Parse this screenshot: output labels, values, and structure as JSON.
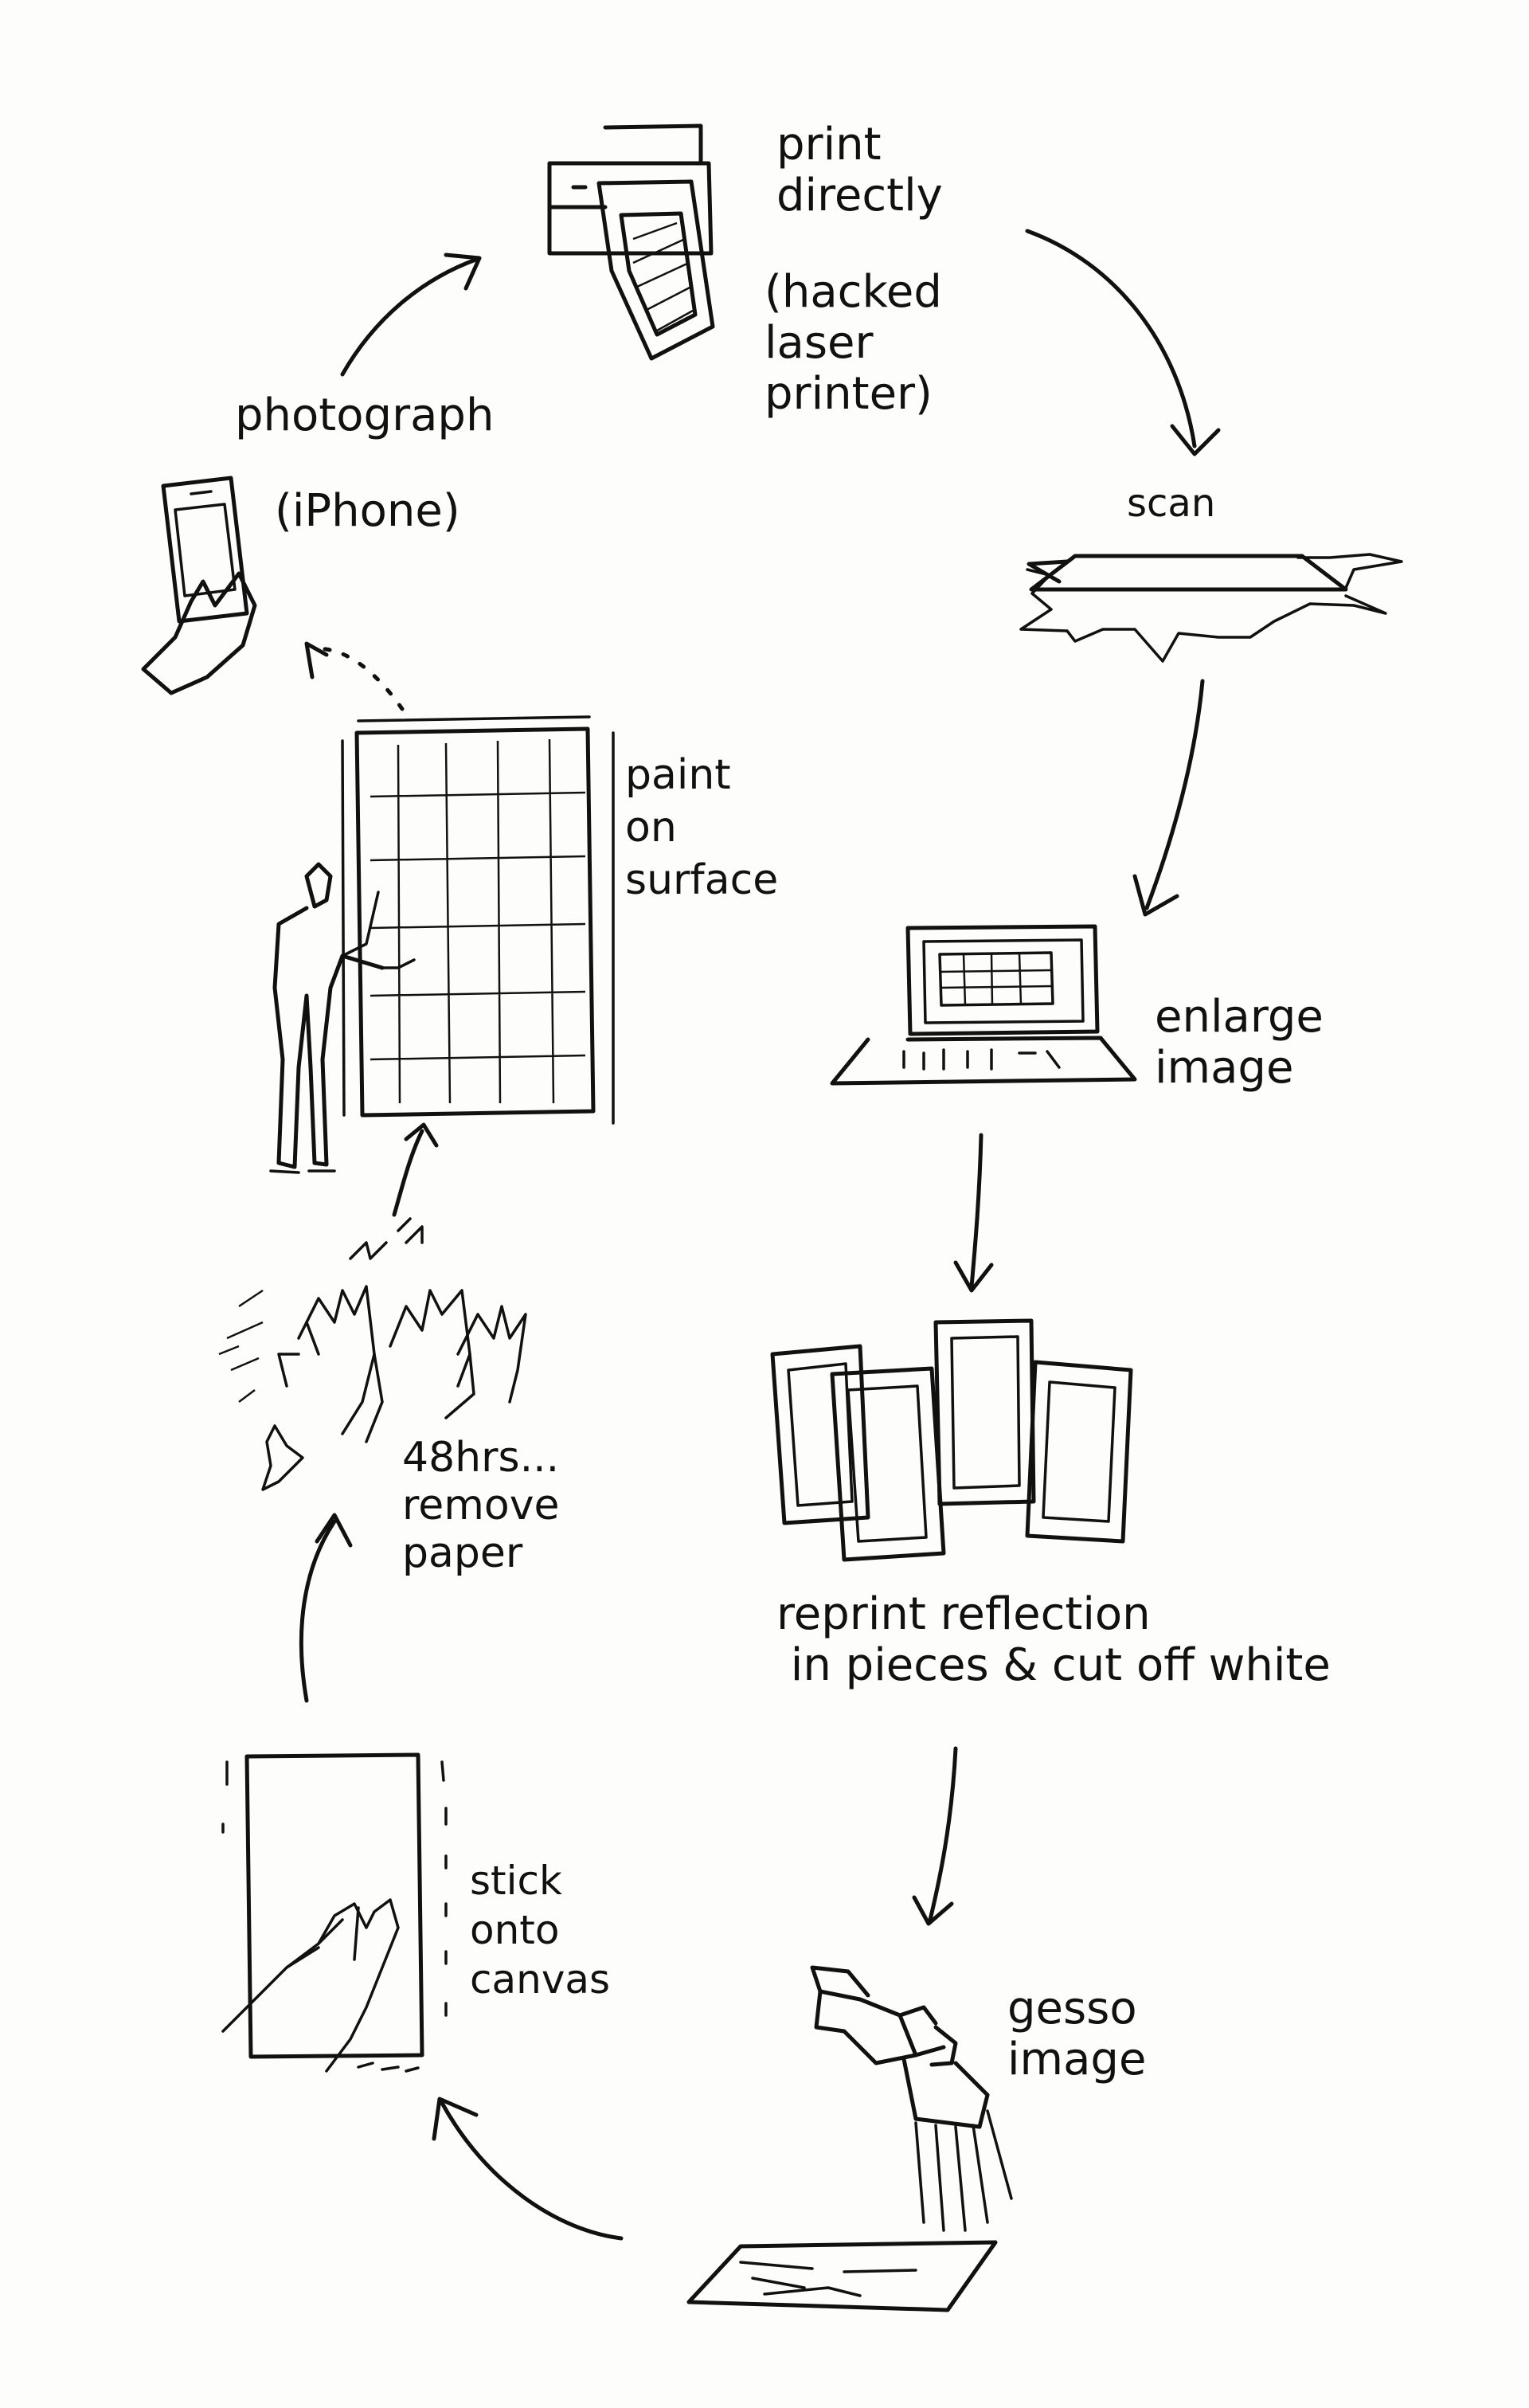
{
  "steps": [
    {
      "id": "print",
      "text": "print\ndirectly",
      "note": "(hacked\nlaser\nprinter)"
    },
    {
      "id": "scan",
      "text": "scan"
    },
    {
      "id": "enlarge",
      "text": "enlarge\nimage"
    },
    {
      "id": "reprint",
      "text": "reprint reflection\n in pieces & cut off white"
    },
    {
      "id": "gesso",
      "text": "gesso\nimage"
    },
    {
      "id": "stick",
      "text": "stick\nonto\ncanvas"
    },
    {
      "id": "remove",
      "text": "48hrs...\nremove\npaper"
    },
    {
      "id": "paint",
      "text": "paint\non\nsurface"
    },
    {
      "id": "photograph",
      "text": "photograph",
      "note": "(iPhone)"
    }
  ],
  "icons": [
    "printer-icon",
    "scanner-icon",
    "laptop-icon",
    "photo-pieces-icon",
    "gesso-brush-icon",
    "canvas-hand-icon",
    "hands-peeling-icon",
    "painter-wall-icon",
    "phone-hand-icon"
  ],
  "colors": {
    "ink": "#111111",
    "paper": "#fdfdfc"
  }
}
